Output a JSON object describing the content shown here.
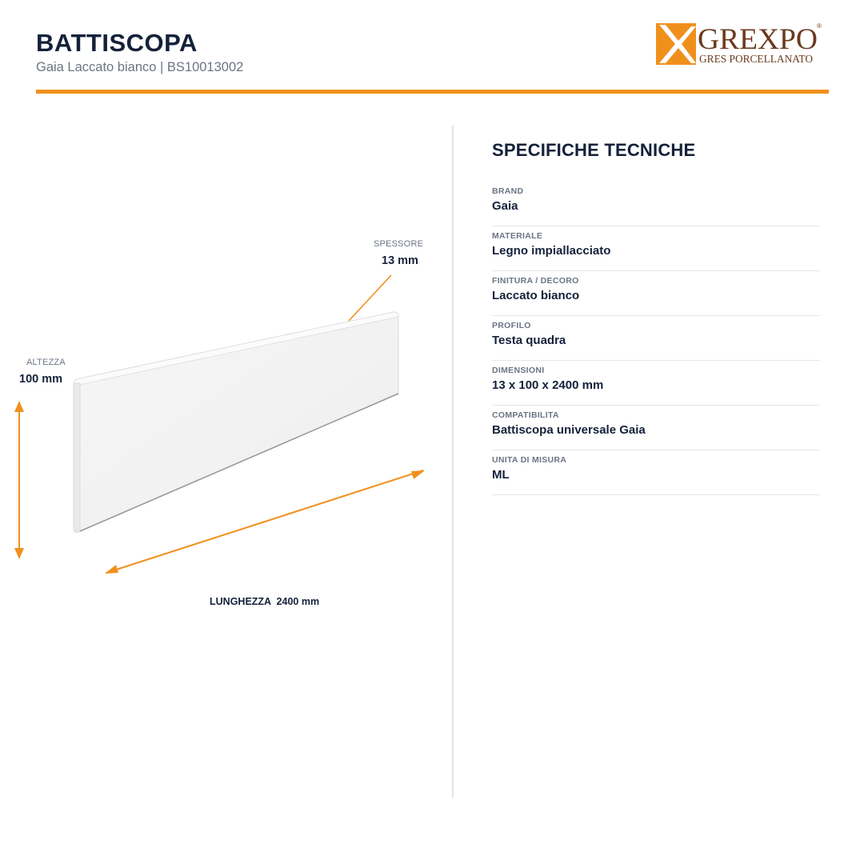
{
  "header": {
    "title": "BATTISCOPA",
    "subtitle": "Gaia Laccato bianco | BS10013002"
  },
  "logo": {
    "name": "GREXPO",
    "tagline": "GRES PORCELLANATO",
    "colors": {
      "orange": "#f0901c",
      "brown": "#6b3a1e"
    }
  },
  "drawing": {
    "spessore_label": "SPESSORE",
    "spessore_value": "13 mm",
    "altezza_label": "ALTEZZA",
    "altezza_value": "100 mm",
    "lunghezza": "LUNGHEZZA  2400 mm"
  },
  "specs": {
    "title": "SPECIFICHE TECNICHE",
    "rows": [
      {
        "label": "BRAND",
        "value": "Gaia"
      },
      {
        "label": "MATERIALE",
        "value": "Legno impiallacciato"
      },
      {
        "label": "FINITURA / DECORO",
        "value": "Laccato bianco"
      },
      {
        "label": "PROFILO",
        "value": "Testa quadra"
      },
      {
        "label": "DIMENSIONI",
        "value": "13 x 100 x 2400 mm"
      },
      {
        "label": "COMPATIBILITA",
        "value": "Battiscopa universale Gaia"
      },
      {
        "label": "UNITA DI MISURA",
        "value": "ML"
      }
    ]
  },
  "colors": {
    "accent": "#f0901c",
    "text": "#14213a",
    "muted": "#6b7585"
  }
}
